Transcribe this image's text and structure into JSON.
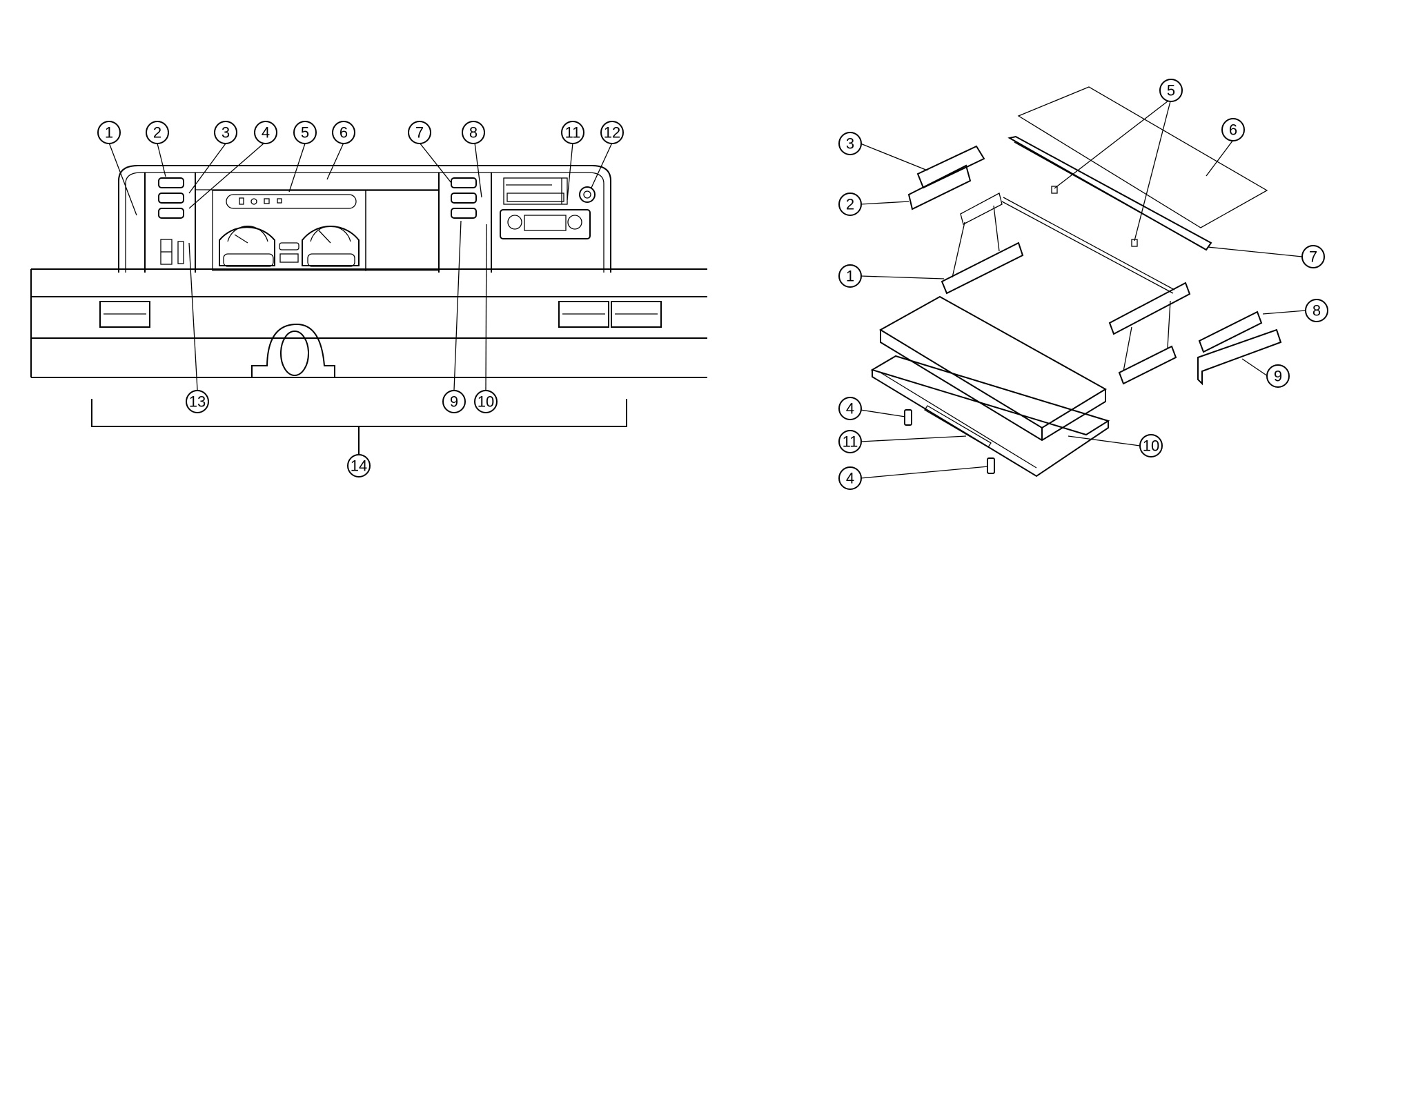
{
  "dashboard": {
    "callouts": [
      "1",
      "2",
      "3",
      "4",
      "5",
      "6",
      "7",
      "8",
      "11",
      "12",
      "13",
      "9",
      "10",
      "14"
    ]
  },
  "console": {
    "callouts": [
      "5",
      "6",
      "3",
      "2",
      "1",
      "7",
      "8",
      "9",
      "4",
      "11",
      "4",
      "10"
    ]
  },
  "colors": {
    "line": "#000000",
    "background": "#ffffff"
  }
}
